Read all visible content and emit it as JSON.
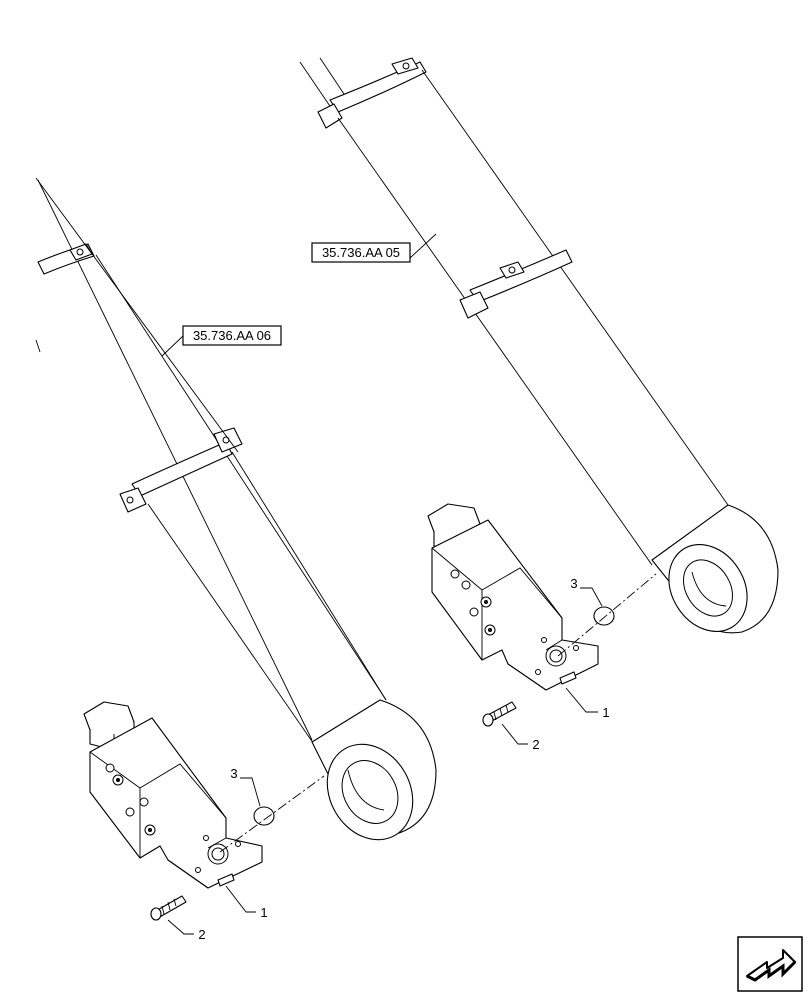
{
  "references": {
    "upper_cylinder": "35.736.AA 05",
    "lower_cylinder": "35.736.AA 06"
  },
  "callouts": {
    "valve_block": "1",
    "screw": "2",
    "o_ring": "3"
  },
  "navigation": {
    "icon": "double-arrow-next-icon"
  }
}
